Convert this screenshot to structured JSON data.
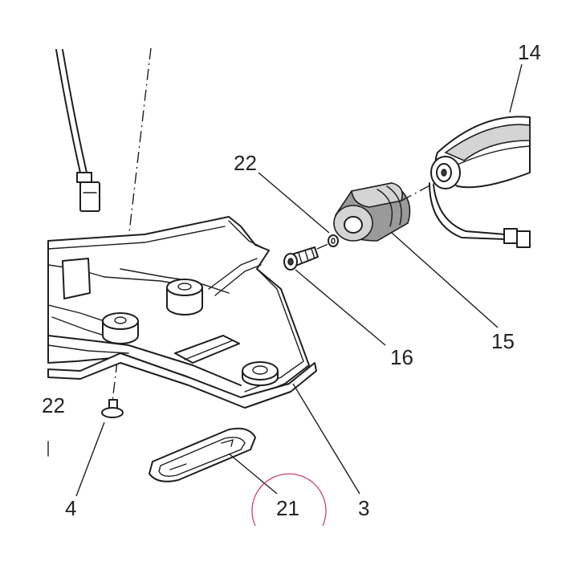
{
  "labels": {
    "part_14": "14",
    "part_22_top": "22",
    "part_15": "15",
    "part_16": "16",
    "part_22_left": "22",
    "part_4": "4",
    "part_21": "21",
    "part_3": "3"
  },
  "colors": {
    "highlight_circle": "#c8436b",
    "line": "#1e1e1e"
  }
}
